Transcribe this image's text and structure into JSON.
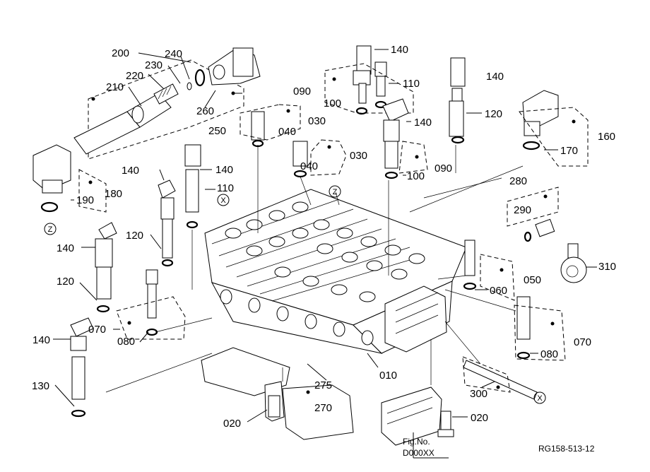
{
  "callouts": {
    "c200": "200",
    "c240": "240",
    "c230": "230",
    "c220": "220",
    "c210": "210",
    "c260": "260",
    "c250": "250",
    "c140a": "140",
    "c090a": "090",
    "c100a": "100",
    "c110a": "110",
    "c140b": "140",
    "c040a": "040",
    "c030a": "030",
    "c040b": "040",
    "c030b": "030",
    "c140c": "140",
    "c120a": "120",
    "c090b": "090",
    "c100b": "100",
    "c160": "160",
    "c170": "170",
    "c140d": "140",
    "c140e": "140",
    "c110b": "110",
    "c190": "190",
    "c180": "180",
    "c280": "280",
    "c290": "290",
    "c140f": "140",
    "c120b": "120",
    "c310": "310",
    "c120c": "120",
    "c050": "050",
    "c060": "060",
    "c070a": "070",
    "c080a": "080",
    "c140g": "140",
    "c070b": "070",
    "c080b": "080",
    "c130": "130",
    "c275": "275",
    "c010": "010",
    "c270": "270",
    "c300": "300",
    "c020a": "020",
    "c020b": "020"
  },
  "markers": {
    "z": "Z",
    "x": "X"
  },
  "fig_ref": {
    "label": "Fig.No.",
    "number": "D000XX"
  },
  "image_code": "RG158-513-12"
}
